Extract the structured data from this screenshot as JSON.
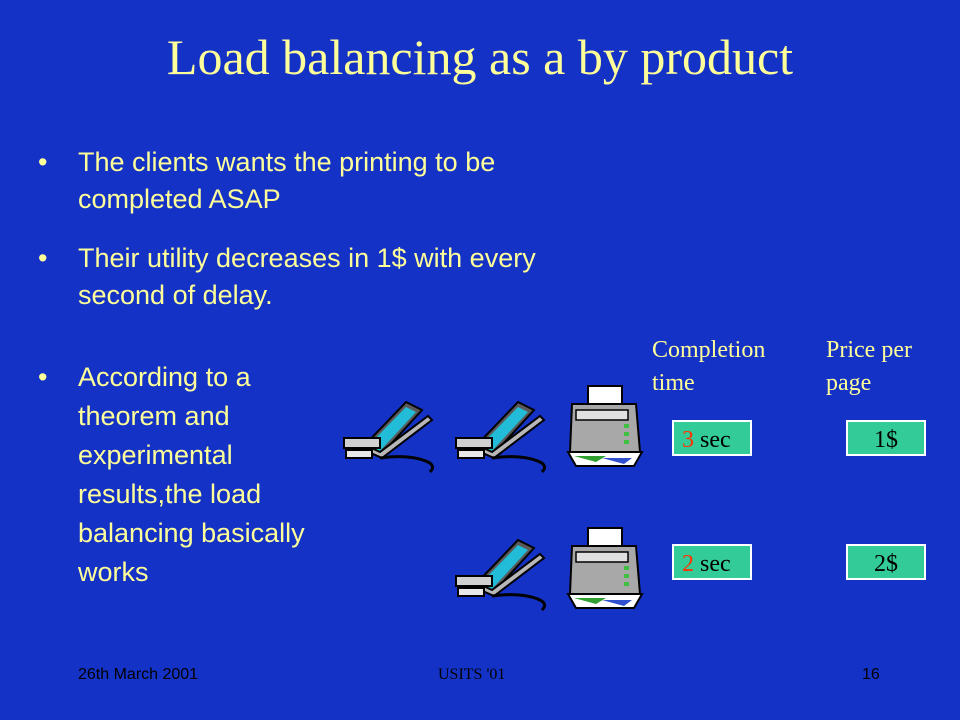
{
  "slide": {
    "title": "Load balancing as a by product",
    "bullet_symbol": "•",
    "bullets": [
      "The clients wants the printing to be completed ASAP",
      "Their utility decreases in 1$ with every second of delay.",
      "According to a theorem and experimental results,the load balancing basically works"
    ]
  },
  "table": {
    "completion_header": "Completion time",
    "price_header": "Price per page",
    "rows": [
      {
        "time_value": "3",
        "time_unit": " sec",
        "price": "1$"
      },
      {
        "time_value": "2",
        "time_unit": " sec",
        "price": "2$"
      }
    ]
  },
  "footer": {
    "date": "26th March 2001",
    "conference": "USITS '01",
    "page": "16"
  },
  "icons": [
    "laptop-icon",
    "laptop-icon",
    "printer-icon",
    "laptop-icon",
    "printer-icon"
  ],
  "colors": {
    "background": "#1433c6",
    "title_text": "#ffff99",
    "box_fill": "#33cc99",
    "time_number": "#ff3300"
  }
}
